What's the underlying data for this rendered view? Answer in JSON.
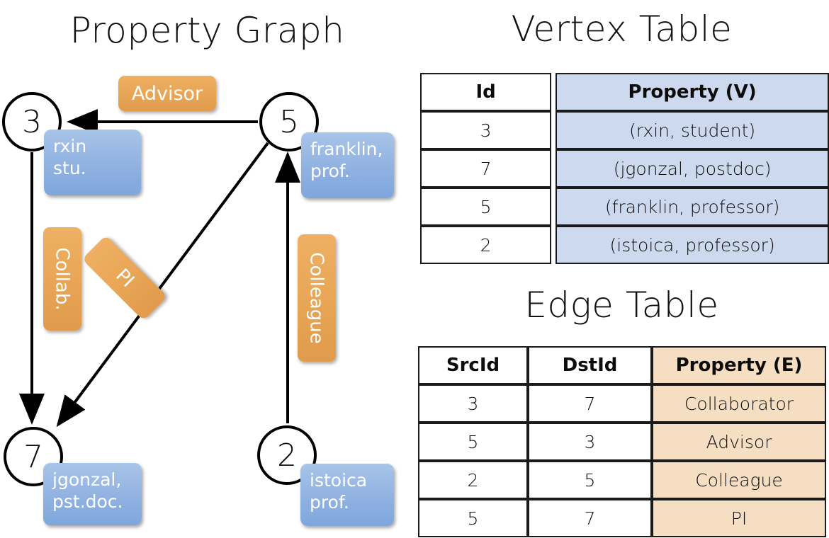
{
  "titles": {
    "property_graph": "Property Graph",
    "vertex_table": "Vertex Table",
    "edge_table": "Edge Table"
  },
  "graph": {
    "nodes": [
      {
        "id": "3",
        "label": "3",
        "property_line1": "rxin",
        "property_line2": "stu."
      },
      {
        "id": "5",
        "label": "5",
        "property_line1": "franklin,",
        "property_line2": "prof."
      },
      {
        "id": "7",
        "label": "7",
        "property_line1": "jgonzal,",
        "property_line2": "pst.doc."
      },
      {
        "id": "2",
        "label": "2",
        "property_line1": "istoica",
        "property_line2": "prof."
      }
    ],
    "edge_labels": {
      "advisor": "Advisor",
      "collab": "Collab.",
      "pi": "PI",
      "colleague": "Colleague"
    }
  },
  "vertex_table": {
    "headers": [
      "Id",
      "Property (V)"
    ],
    "rows": [
      {
        "id": "3",
        "property": "(rxin, student)"
      },
      {
        "id": "7",
        "property": "(jgonzal, postdoc)"
      },
      {
        "id": "5",
        "property": "(franklin, professor)"
      },
      {
        "id": "2",
        "property": "(istoica, professor)"
      }
    ]
  },
  "edge_table": {
    "headers": [
      "SrcId",
      "DstId",
      "Property (E)"
    ],
    "rows": [
      {
        "src": "3",
        "dst": "7",
        "property": "Collaborator"
      },
      {
        "src": "5",
        "dst": "3",
        "property": "Advisor"
      },
      {
        "src": "2",
        "dst": "5",
        "property": "Colleague"
      },
      {
        "src": "5",
        "dst": "7",
        "property": "PI"
      }
    ]
  },
  "colors": {
    "vertex_property_fill": "#ccd9ee",
    "edge_property_fill": "#f6dec3",
    "node_property_box": "#93b4e2",
    "edge_label_box": "#e9a757",
    "stroke": "#000000"
  }
}
